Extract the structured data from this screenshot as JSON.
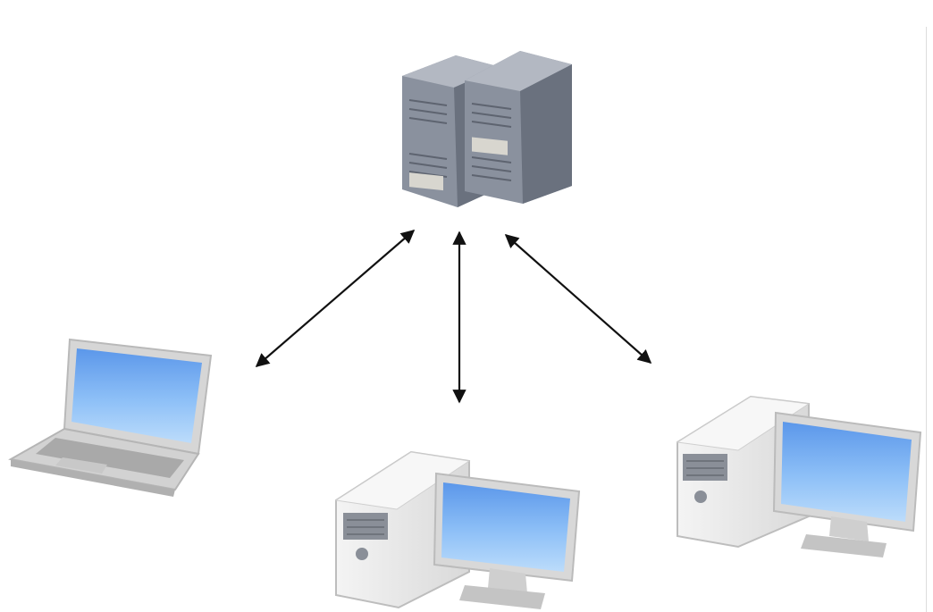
{
  "diagram": {
    "nodes": [
      {
        "id": "server",
        "icon": "server-rack-icon"
      },
      {
        "id": "laptop",
        "icon": "laptop-icon"
      },
      {
        "id": "desktop-center",
        "icon": "desktop-computer-icon"
      },
      {
        "id": "desktop-right",
        "icon": "desktop-computer-icon"
      }
    ],
    "connections": [
      {
        "from": "server",
        "to": "laptop",
        "direction": "bidirectional"
      },
      {
        "from": "server",
        "to": "desktop-center",
        "direction": "bidirectional"
      },
      {
        "from": "server",
        "to": "desktop-right",
        "direction": "bidirectional"
      }
    ]
  },
  "colors": {
    "server_body": "#7f8694",
    "server_top": "#a7adb8",
    "screen_blue": "#6ea8f0",
    "case_white": "#eeeeee",
    "arrow": "#111111"
  }
}
